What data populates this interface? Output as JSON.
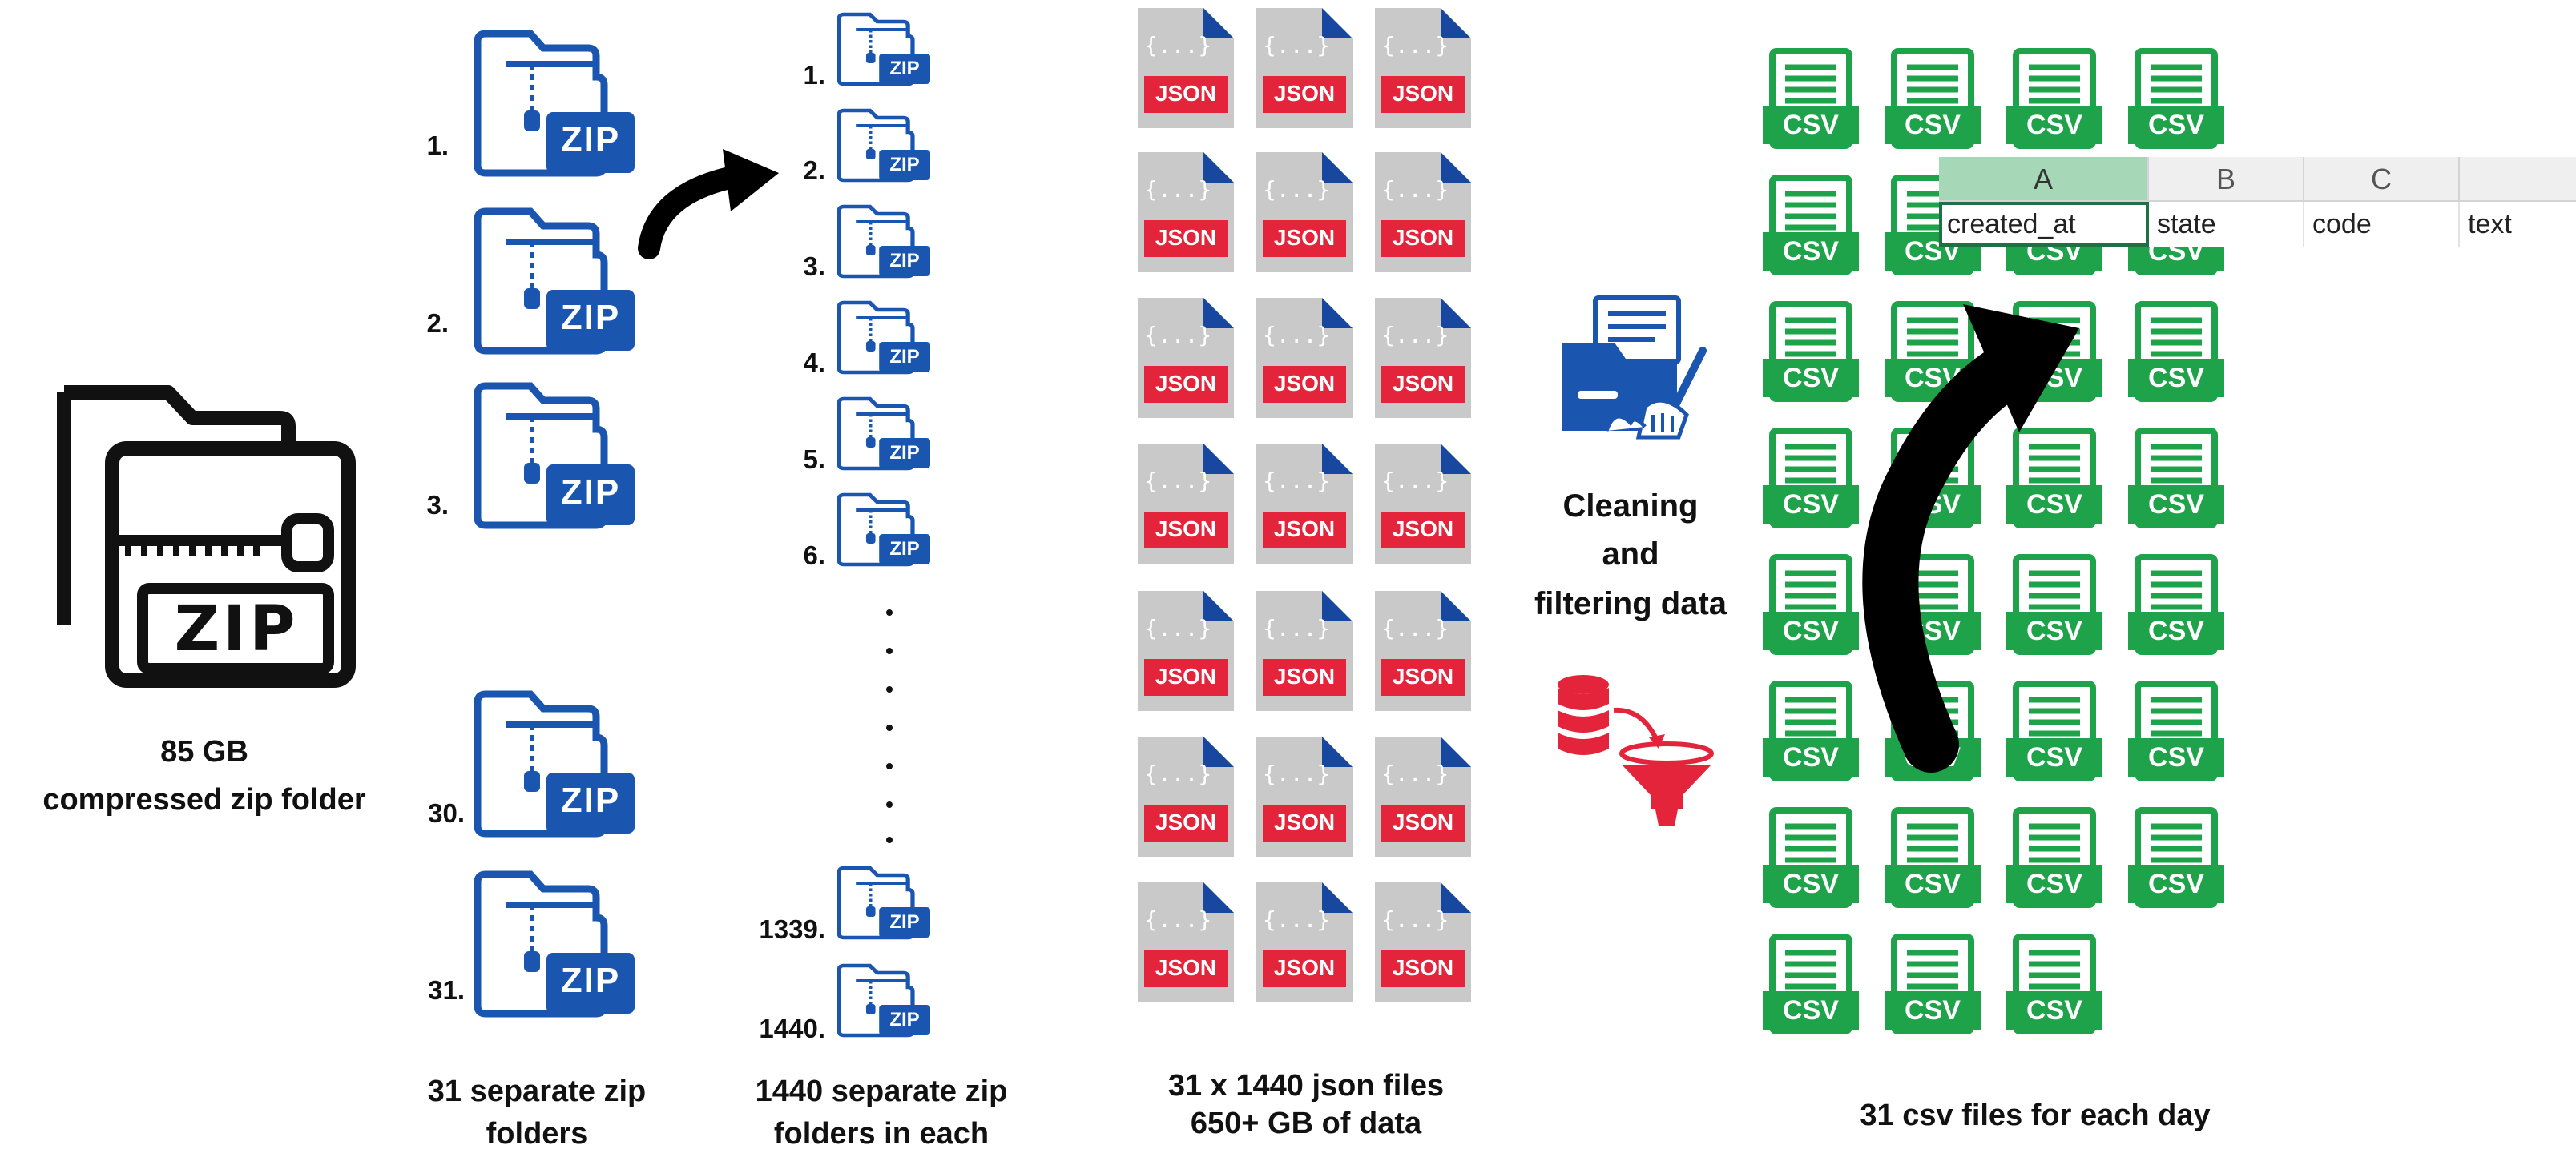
{
  "big_zip": {
    "icon_text": "ZIP",
    "caption_line1": "85 GB",
    "caption_line2": "compressed zip folder"
  },
  "day_zips": {
    "icon_text": "ZIP",
    "numbers": [
      "1.",
      "2.",
      "3.",
      "30.",
      "31."
    ],
    "caption_line1": "31 separate zip",
    "caption_line2": "folders"
  },
  "minute_zips": {
    "icon_text": "ZIP",
    "numbers": [
      "1.",
      "2.",
      "3.",
      "4.",
      "5.",
      "6.",
      "1339.",
      "1440."
    ],
    "caption_line1": "1440 separate zip",
    "caption_line2": "folders in each"
  },
  "json_files": {
    "icon_text": "JSON",
    "brace_text": "{...}",
    "caption_line1": "31 x 1440 json files",
    "caption_line2": "650+ GB of data"
  },
  "cleaning": {
    "line1": "Cleaning",
    "line2": "and",
    "line3": "filtering data"
  },
  "csv_files": {
    "icon_text": "CSV",
    "caption": "31 csv files for each day"
  },
  "spreadsheet": {
    "columns": [
      "A",
      "B",
      "C",
      ""
    ],
    "row": [
      "created_at",
      "state",
      "code",
      "text"
    ]
  },
  "colors": {
    "zip_blue": "#1a55b0",
    "json_red": "#e4243b",
    "json_gray": "#c9c9c9",
    "csv_green": "#1ea34a",
    "arrow": "#000000",
    "sheet_header_selected": "#a6d8b7"
  }
}
